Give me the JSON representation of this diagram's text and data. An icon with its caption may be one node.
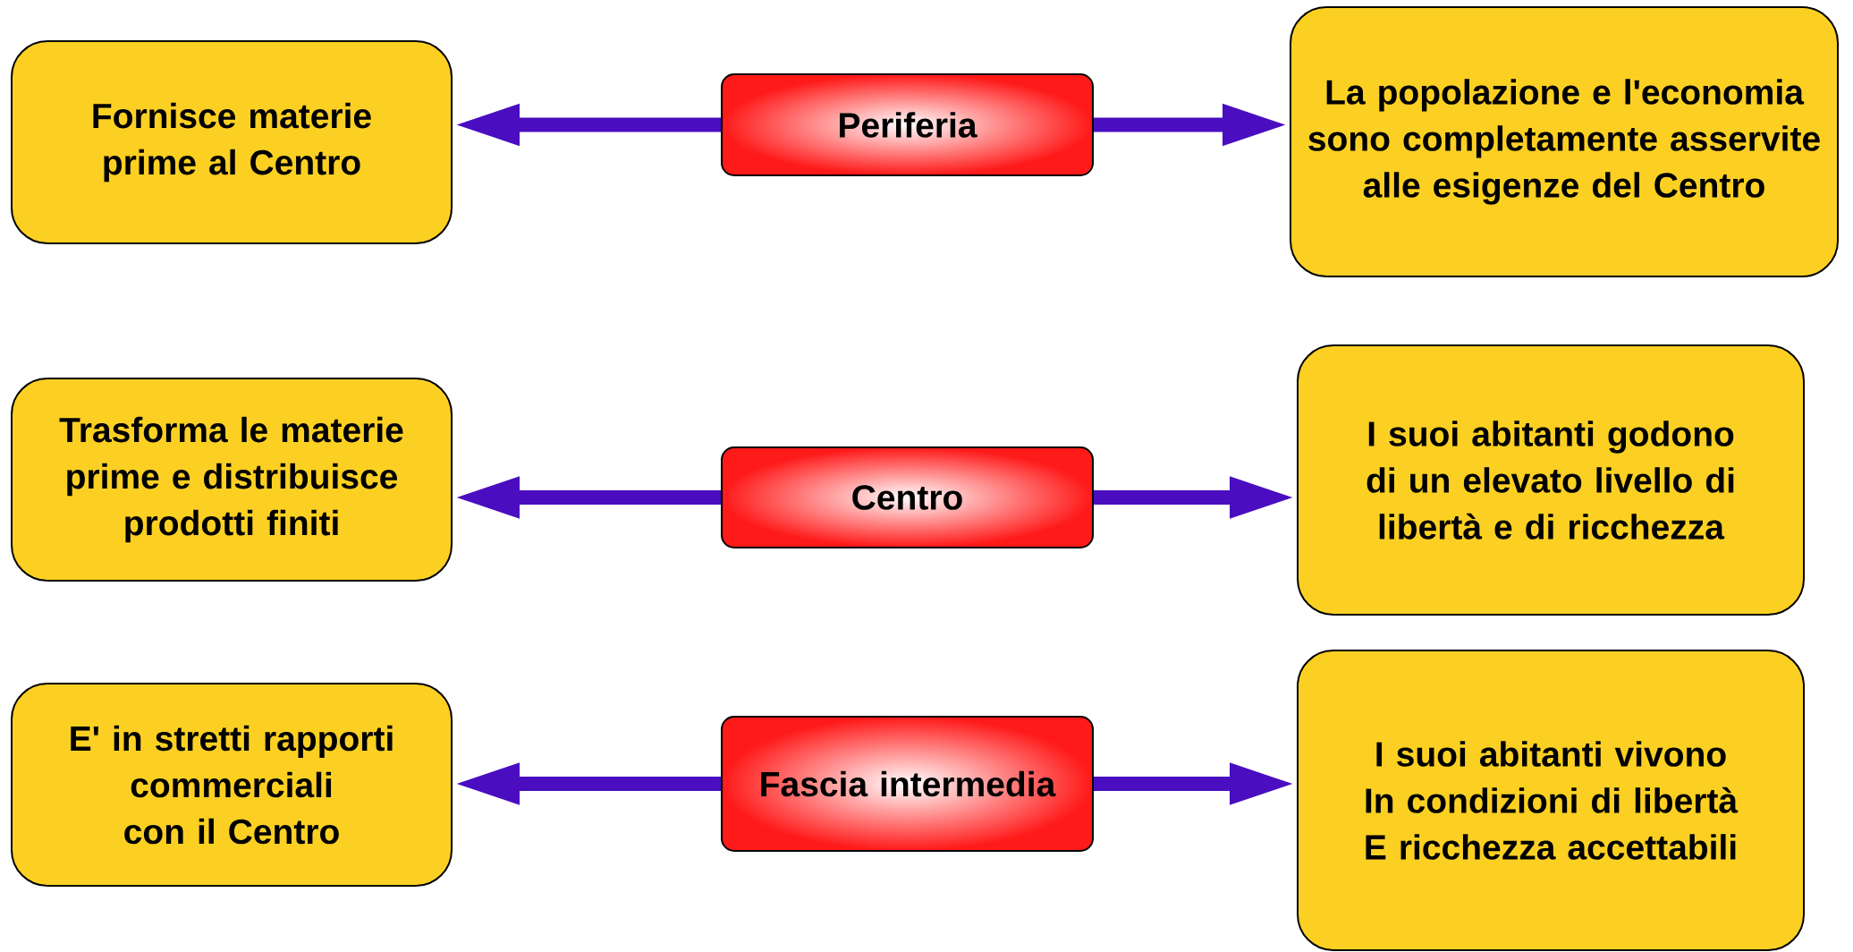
{
  "diagram": {
    "nodes": [
      {
        "text": [
          "Fornisce materie prime al Centro"
        ]
      },
      {
        "text": [
          "Periferia"
        ]
      },
      {
        "text": [
          "La popolazione e l'economia sono completamente asservite alle esigenze del Centro"
        ]
      },
      {
        "text": [
          "Trasforma le materie prime e distribuisce prodotti finiti"
        ]
      },
      {
        "text": [
          "Centro"
        ]
      },
      {
        "text": [
          "I suoi abitanti godono di un elevato livello di libertà e di ricchezza"
        ]
      },
      {
        "text": [
          "E' in stretti rapporti commerciali con il Centro"
        ]
      },
      {
        "text": [
          "Fascia intermedia"
        ]
      },
      {
        "text": [
          "I suoi abitanti vivono In condizioni di libertà E ricchezza accettabili"
        ]
      }
    ],
    "edges": [
      {
        "from": 1,
        "to": 0,
        "arrow": "to"
      },
      {
        "from": 1,
        "to": 2,
        "arrow": "to"
      },
      {
        "from": 4,
        "to": 3,
        "arrow": "to"
      },
      {
        "from": 4,
        "to": 5,
        "arrow": "to"
      },
      {
        "from": 7,
        "to": 6,
        "arrow": "to"
      },
      {
        "from": 7,
        "to": 8,
        "arrow": "to"
      }
    ]
  }
}
